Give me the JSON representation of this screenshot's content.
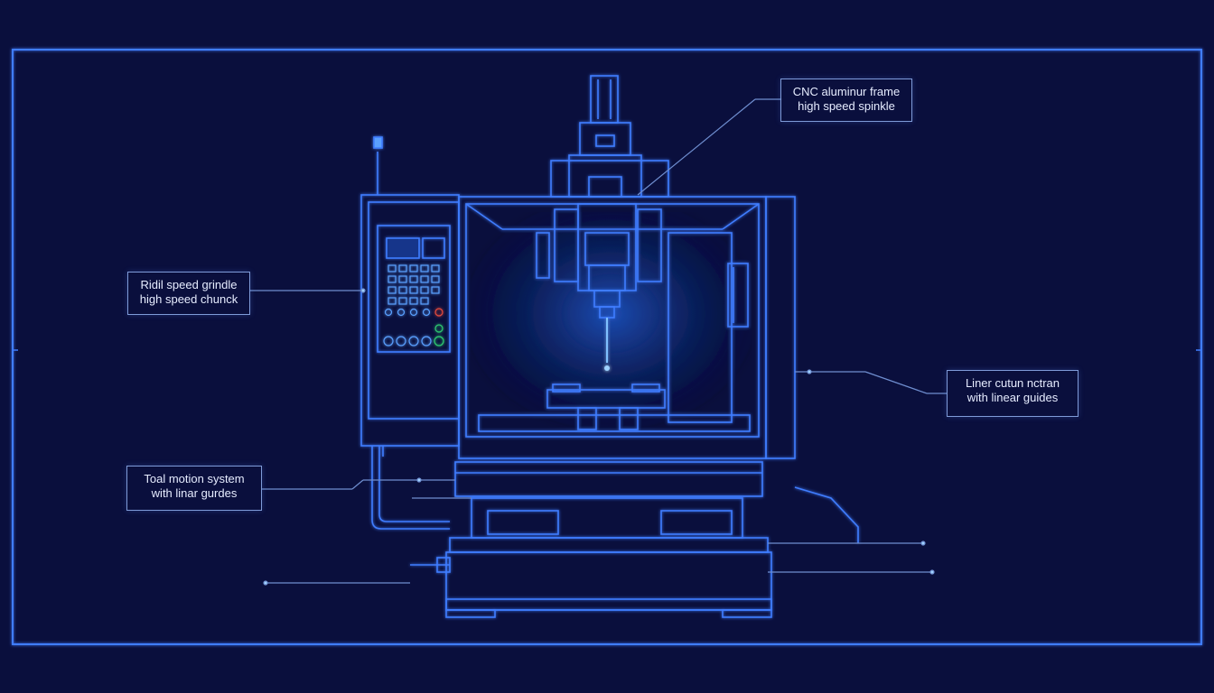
{
  "colors": {
    "background": "#0a0f3d",
    "line": "#3f7dff",
    "glow": "#5aa0ff",
    "callout_border": "#7f9bd8",
    "text": "#e6ecff",
    "led_green": "#2ecc71",
    "led_red": "#e74c3c"
  },
  "callouts": {
    "top_right": {
      "line1": "CNC aluminur frame",
      "line2": "high speed spinkle"
    },
    "left_upper": {
      "line1": "Ridil speed grindle",
      "line2": "high speed chunck"
    },
    "right_mid": {
      "line1": "Liner cutun nctran",
      "line2": "with linear guides"
    },
    "left_lower": {
      "line1": "Toal motion system",
      "line2": "with linar gurdes"
    }
  }
}
